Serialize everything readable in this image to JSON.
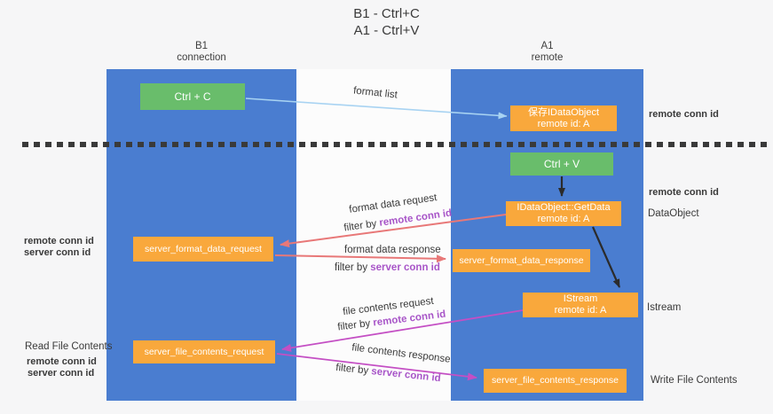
{
  "title": {
    "line1": "B1 - Ctrl+C",
    "line2": "A1 - Ctrl+V"
  },
  "columns": {
    "left": {
      "name": "B1",
      "subtitle": "connection"
    },
    "right": {
      "name": "A1",
      "subtitle": "remote"
    }
  },
  "nodes": {
    "ctrl_c": {
      "label": "Ctrl + C"
    },
    "save_dataobject": {
      "line1": "保存IDataObject",
      "line2": "remote id: A"
    },
    "ctrl_v": {
      "label": "Ctrl + V"
    },
    "getdata": {
      "line1": "IDataObject::GetData",
      "line2": "remote id: A"
    },
    "format_request": {
      "label": "server_format_data_request"
    },
    "format_response": {
      "label": "server_format_data_response"
    },
    "istream": {
      "line1": "IStream",
      "line2": "remote id: A"
    },
    "file_request": {
      "label": "server_file_contents_request"
    },
    "file_response": {
      "label": "server_file_contents_response"
    }
  },
  "flow_labels": {
    "format_list": "format list",
    "format_data_request": "format data request",
    "filter_by_remote_1": {
      "prefix": "filter by ",
      "id": "remote conn id"
    },
    "format_data_response": "format data response",
    "filter_by_server_1": {
      "prefix": "filter by ",
      "id": "server conn id"
    },
    "file_contents_request": "file contents request",
    "filter_by_remote_2": {
      "prefix": "filter by ",
      "id": "remote conn id"
    },
    "file_contents_response": "file contents response",
    "filter_by_server_2": {
      "prefix": "filter by ",
      "id": "server conn id"
    }
  },
  "annotations": {
    "remote_conn_right_top": "remote conn id",
    "remote_conn_right_mid": "remote conn id",
    "dataobject": "DataObject",
    "istream": "Istream",
    "write_file_contents": "Write File Contents",
    "read_file_contents": "Read File Contents",
    "remote_conn_left_1": "remote conn id",
    "server_conn_left_1": "server conn id",
    "remote_conn_left_2": "remote conn id",
    "server_conn_left_2": "server conn id"
  },
  "colors": {
    "bg": "#f6f6f7",
    "panel-blue": "#4a7dd0",
    "node-green": "#69bd6b",
    "node-orange": "#f9a83c",
    "text-dark": "#3a3a3a",
    "id-purple": "#a855c8",
    "id-green": "#5bbb6b",
    "arrow-lightblue": "#a8d3f2",
    "arrow-black": "#2b2b2b",
    "arrow-red": "#e87878",
    "arrow-magenta": "#c44fc4",
    "dash": "#3a3a3a"
  }
}
